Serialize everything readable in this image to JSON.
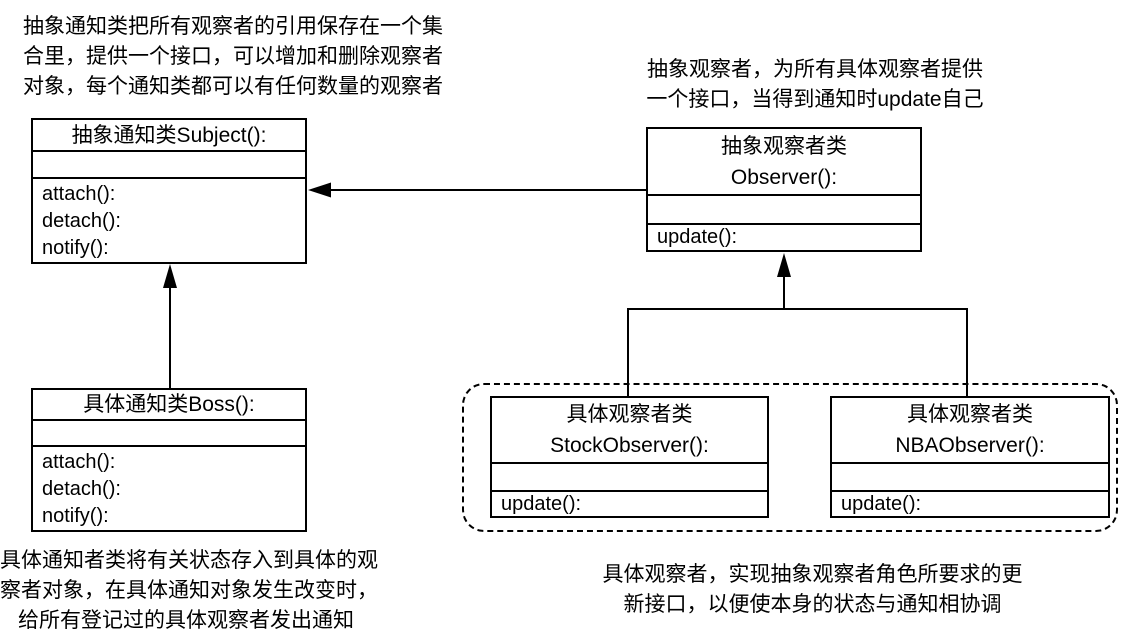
{
  "diagram": {
    "background": "#ffffff",
    "line_color": "#000000"
  },
  "notes": {
    "subject": {
      "lines": [
        "抽象通知类把所有观察者的引用保存在一个集",
        "合里，提供一个接口，可以增加和删除观察者",
        "对象，每个通知类都可以有任何数量的观察者"
      ]
    },
    "observer": {
      "lines": [
        "抽象观察者，为所有具体观察者提供",
        "一个接口，当得到通知时update自己"
      ]
    },
    "boss": {
      "lines": [
        "具体通知者类将有关状态存入到具体的观",
        "察者对象，在具体通知对象发生改变时，",
        "给所有登记过的具体观察者发出通知"
      ]
    },
    "concrete_observers": {
      "lines": [
        "具体观察者，实现抽象观察者角色所要求的更",
        "新接口，以便使本身的状态与通知相协调"
      ]
    }
  },
  "classes": {
    "subject": {
      "title": "抽象通知类Subject():",
      "attributes": "",
      "methods": [
        "attach():",
        "detach():",
        "notify():"
      ]
    },
    "observer": {
      "title_lines": [
        "抽象观察者类",
        "Observer():"
      ],
      "attributes": "",
      "methods": [
        "update():"
      ]
    },
    "boss": {
      "title": "具体通知类Boss():",
      "attributes": "",
      "methods": [
        "attach():",
        "detach():",
        "notify():"
      ]
    },
    "stock_observer": {
      "title_lines": [
        "具体观察者类",
        "StockObserver():"
      ],
      "attributes": "",
      "methods": [
        "update():"
      ]
    },
    "nba_observer": {
      "title_lines": [
        "具体观察者类",
        "NBAObserver():"
      ],
      "attributes": "",
      "methods": [
        "update():"
      ]
    }
  }
}
